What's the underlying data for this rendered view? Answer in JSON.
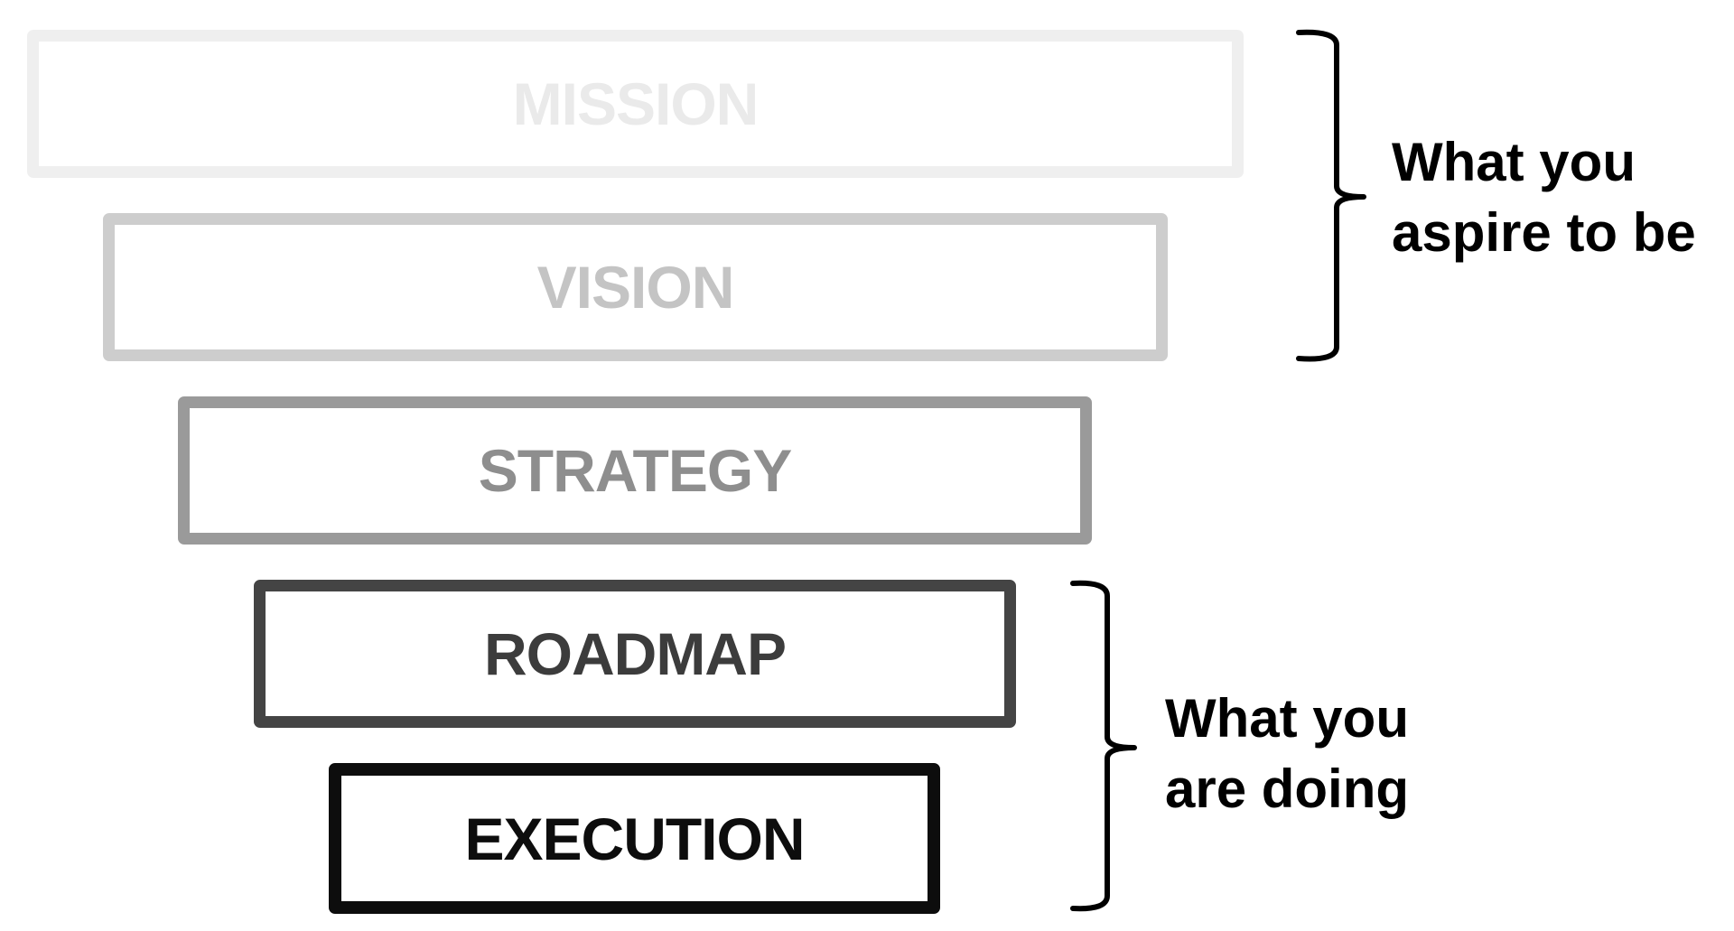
{
  "layers": [
    {
      "label": "MISSION"
    },
    {
      "label": "VISION"
    },
    {
      "label": "STRATEGY"
    },
    {
      "label": "ROADMAP"
    },
    {
      "label": "EXECUTION"
    }
  ],
  "annotations": {
    "aspire": {
      "line1": "What you",
      "line2": "aspire to be"
    },
    "doing": {
      "line1": "What you",
      "line2": "are doing"
    }
  },
  "colors": {
    "mission": "#efefef",
    "vision": "#cdcdcd",
    "strategy": "#9a9a9a",
    "roadmap": "#444444",
    "execution": "#0d0d0d",
    "bracket": "#000000"
  }
}
